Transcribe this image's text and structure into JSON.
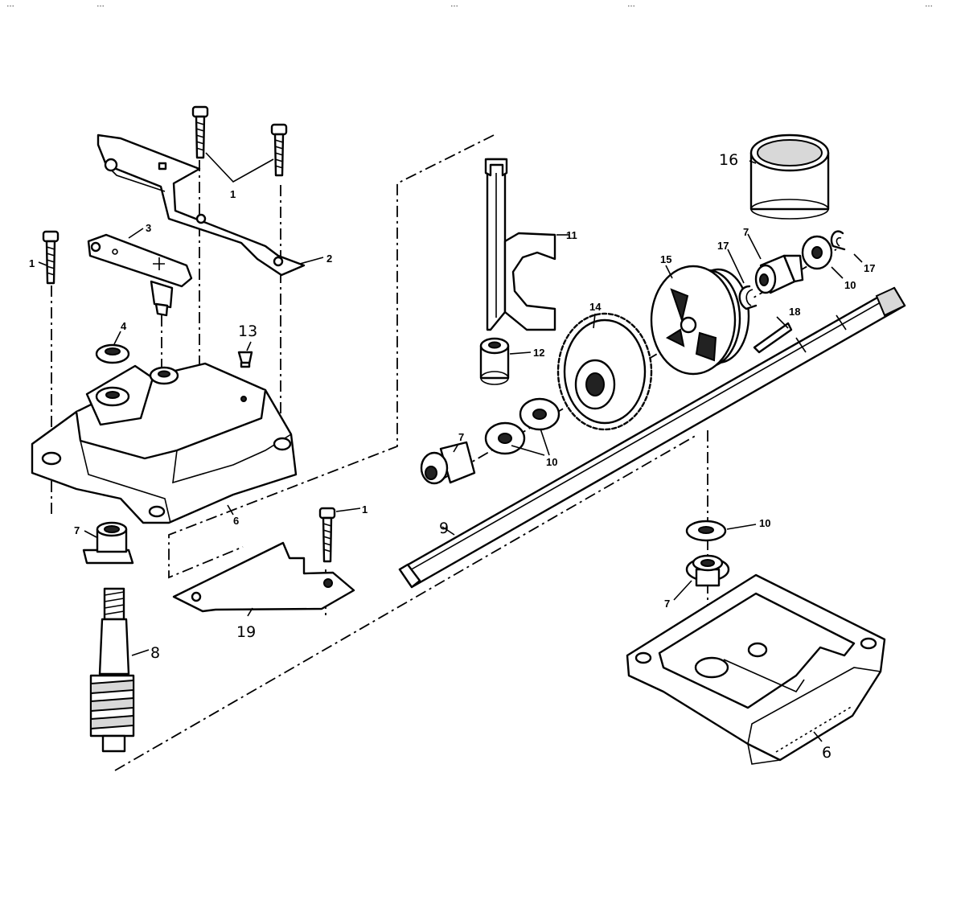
{
  "header_fragments": [
    "…",
    "…",
    "…",
    "…",
    "…"
  ],
  "callouts": {
    "c1_top": "1",
    "c1_left": "1",
    "c1_bottom": "1",
    "c2": "2",
    "c3": "3",
    "c4": "4",
    "c6_left": "6",
    "c6_right": "6",
    "c7_left": "7",
    "c7_mid": "7",
    "c7_top": "7",
    "c7_right": "7",
    "c8": "8",
    "c9": "9",
    "c10_mid": "10",
    "c10_top": "10",
    "c10_right": "10",
    "c11": "11",
    "c12": "12",
    "c13": "13",
    "c14": "14",
    "c15": "15",
    "c16": "16",
    "c17_a": "17",
    "c17_b": "17",
    "c18": "18",
    "c19": "19"
  }
}
